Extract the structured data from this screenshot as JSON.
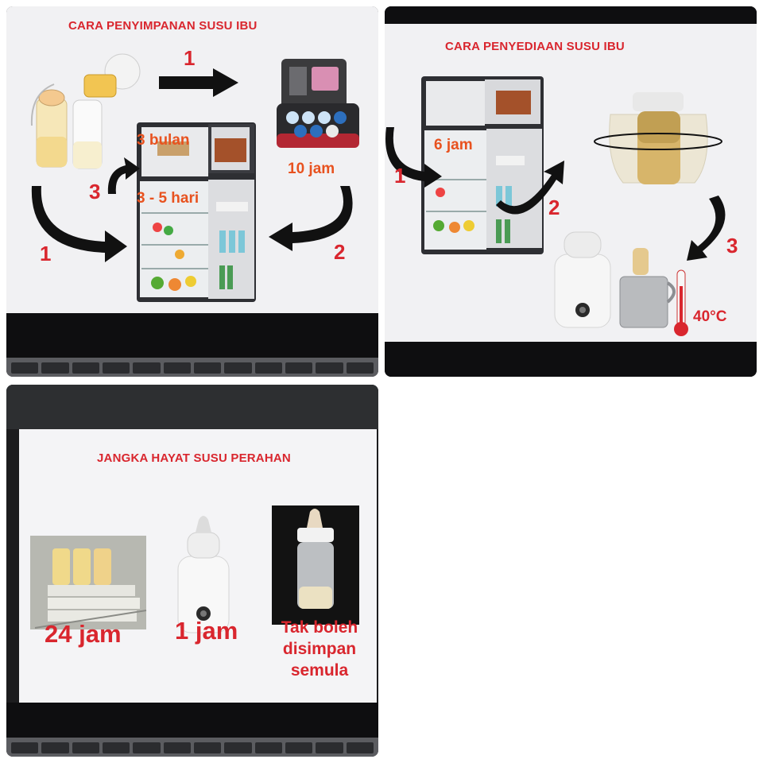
{
  "panels": {
    "storage": {
      "title": "CARA PENYIMPANAN SUSU IBU",
      "steps": [
        "1",
        "1",
        "2",
        "3"
      ],
      "labels": {
        "freezer": "3 bulan",
        "fridge": "3 - 5 hari",
        "cooler": "10 jam"
      }
    },
    "preparation": {
      "title": "CARA PENYEDIAAN SUSU IBU",
      "steps": [
        "1",
        "2",
        "3"
      ],
      "labels": {
        "fridge": "6 jam",
        "temperature": "40°C"
      }
    },
    "shelf_life": {
      "title": "JANGKA HAYAT SUSU PERAHAN",
      "items": [
        {
          "label": "24 jam"
        },
        {
          "label": "1 jam"
        },
        {
          "label": "Tak boleh disimpan semula"
        }
      ]
    }
  },
  "colors": {
    "red": "#d9262e",
    "orange": "#e8521f",
    "arrow": "#111111",
    "screen": "#f1f1f3"
  }
}
